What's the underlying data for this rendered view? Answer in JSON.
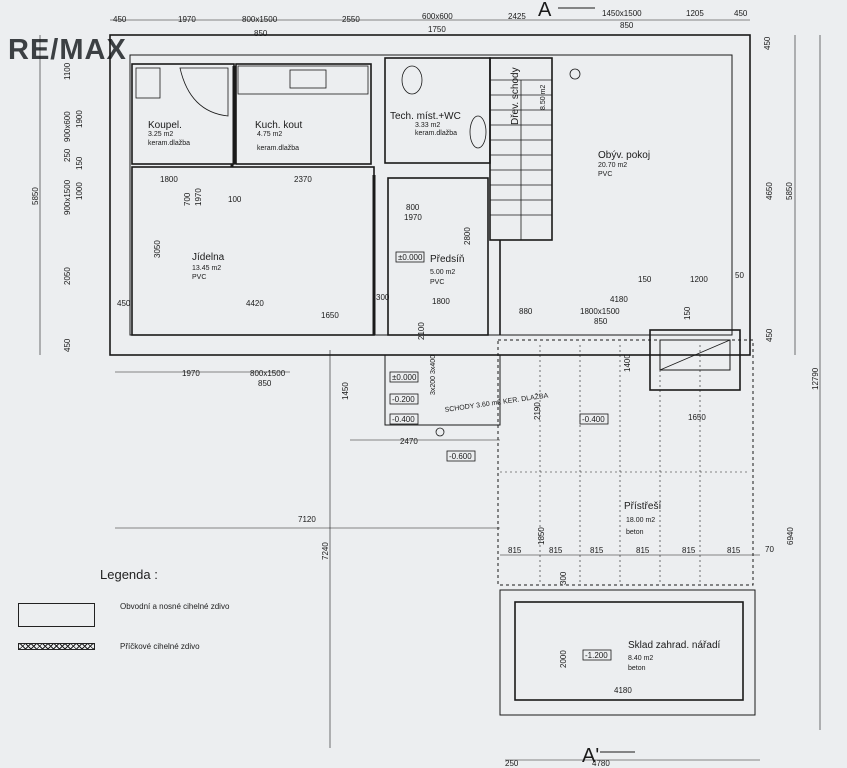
{
  "brand": {
    "logo": "RE/MAX"
  },
  "rooms": [
    {
      "id": "koupelna",
      "name": "Koupel.",
      "area": "3.25 m2",
      "floor": "keram.dlažba"
    },
    {
      "id": "kuchyn",
      "name": "Kuch. kout",
      "area": "4.75 m2",
      "floor": "keram.dlažba"
    },
    {
      "id": "tech",
      "name": "Tech. míst.+WC",
      "area": "3.33 m2",
      "floor": "keram.dlažba"
    },
    {
      "id": "schody",
      "name": "Dřev. schody",
      "area": "",
      "floor": ""
    },
    {
      "id": "obyvak",
      "name": "Obýv. pokoj",
      "area": "20.70 m2",
      "floor": "PVC"
    },
    {
      "id": "jidelna",
      "name": "Jídelna",
      "area": "13.45 m2",
      "floor": "PVC"
    },
    {
      "id": "predsin",
      "name": "Předsíň",
      "area": "5.00 m2",
      "floor": "PVC"
    },
    {
      "id": "pristresi",
      "name": "Přístřeší",
      "area": "18.00 m2",
      "floor": "beton"
    },
    {
      "id": "sklad",
      "name": "Sklad zahrad. nářadí",
      "area": "8.40 m2",
      "floor": "beton"
    }
  ],
  "levels": [
    "±0.000",
    "±0.000",
    "-0.200",
    "-0.400",
    "-0.400",
    "-0.600",
    "-1.200"
  ],
  "section_marks": [
    "A",
    "A'"
  ],
  "stair_notes": [
    "SCHODY 3.60 m2 KER. DLAŽBA",
    "3x200 3x400",
    "8.50 m2"
  ],
  "dimensions": {
    "top": [
      "450",
      "1970",
      "800x1500",
      "850",
      "2550",
      "600x600",
      "1750",
      "2425",
      "1450x1500",
      "850",
      "1205",
      "450"
    ],
    "right": [
      "450",
      "4650",
      "5850",
      "450",
      "12790",
      "6940",
      "70"
    ],
    "left": [
      "1100",
      "900x600",
      "1900",
      "250",
      "150",
      "5850",
      "900x1500",
      "1000",
      "2050",
      "450"
    ],
    "inner": [
      "1800",
      "2370",
      "700",
      "100",
      "1970",
      "3050",
      "450",
      "4420",
      "1650",
      "300",
      "800",
      "2800",
      "1970",
      "1800",
      "2100",
      "2190",
      "880",
      "1800x1500",
      "4180",
      "850",
      "150",
      "1200",
      "50",
      "1400",
      "1650",
      "150",
      "1970",
      "800x1500",
      "850",
      "1450",
      "2470",
      "7120",
      "7240",
      "815",
      "815",
      "815",
      "815",
      "815",
      "815",
      "1850",
      "300",
      "2000",
      "4180",
      "4780",
      "250"
    ]
  },
  "legend": {
    "title": "Legenda :",
    "items": [
      {
        "label": "Obvodní a nosné cihelné zdivo",
        "pattern": "outline"
      },
      {
        "label": "Příčkové cihelné zdivo",
        "pattern": "hatch"
      }
    ]
  },
  "colors": {
    "paper": "#eceef0",
    "ink": "#1a1a1a",
    "logo": "#3c4043"
  }
}
